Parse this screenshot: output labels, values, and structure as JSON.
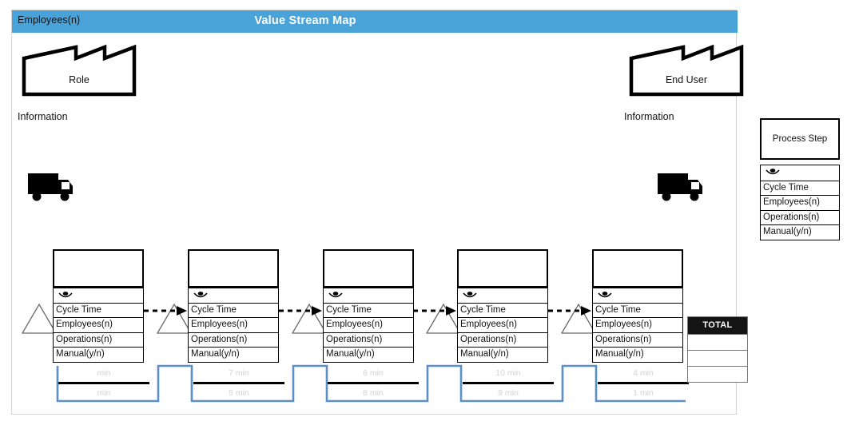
{
  "header": {
    "left_label": "Employees(n)",
    "title": "Value Stream Map",
    "accent_color": "#4aa3d8"
  },
  "endpoints": {
    "supplier": {
      "label": "Role",
      "info_label": "Information"
    },
    "customer": {
      "label": "End User",
      "info_label": "Information"
    }
  },
  "process_steps": [
    {
      "name_value": "",
      "rows": [
        "Cycle Time",
        "Employees(n)",
        "Operations(n)",
        "Manual(y/n)"
      ],
      "va_time": "min",
      "nva_time": "min"
    },
    {
      "name_value": "",
      "rows": [
        "Cycle Time",
        "Employees(n)",
        "Operations(n)",
        "Manual(y/n)"
      ],
      "va_time": "7 min",
      "nva_time": "5 min"
    },
    {
      "name_value": "",
      "rows": [
        "Cycle Time",
        "Employees(n)",
        "Operations(n)",
        "Manual(y/n)"
      ],
      "va_time": "6 min",
      "nva_time": "8 min"
    },
    {
      "name_value": "",
      "rows": [
        "Cycle Time",
        "Employees(n)",
        "Operations(n)",
        "Manual(y/n)"
      ],
      "va_time": "10 min",
      "nva_time": "9 min"
    },
    {
      "name_value": "",
      "rows": [
        "Cycle Time",
        "Employees(n)",
        "Operations(n)",
        "Manual(y/n)"
      ],
      "va_time": "4 min",
      "nva_time": "1 min"
    }
  ],
  "total_box": {
    "title": "TOTAL",
    "rows": [
      "",
      "",
      ""
    ]
  },
  "legend": {
    "box_label": "Process Step",
    "rows": [
      "Cycle Time",
      "Employees(n)",
      "Operations(n)",
      "Manual(y/n)"
    ]
  },
  "icons": {
    "eye": "eye-icon",
    "truck": "truck-icon",
    "factory": "factory-icon",
    "inventory_triangle": "inventory-triangle-icon",
    "dashed_arrow": "dashed-arrow-icon"
  },
  "colors": {
    "accent_blue": "#4aa3d8",
    "timeline_blue": "#5b8fc9",
    "total_header": "#141414",
    "faint_text": "#d8d8d8"
  }
}
